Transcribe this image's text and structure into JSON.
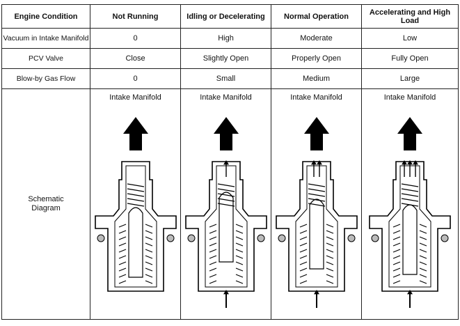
{
  "table": {
    "headers": [
      "Engine Condition",
      "Not Running",
      "Idling or Decelerating",
      "Normal Operation",
      "Accelerating and High Load"
    ],
    "rows": [
      {
        "label": "Vacuum in Intake Manifold",
        "values": [
          "0",
          "High",
          "Moderate",
          "Low"
        ]
      },
      {
        "label": "PCV Valve",
        "values": [
          "Close",
          "Slightly Open",
          "Properly Open",
          "Fully Open"
        ]
      },
      {
        "label": "Blow-by Gas Flow",
        "values": [
          "0",
          "Small",
          "Medium",
          "Large"
        ]
      }
    ],
    "schematic": {
      "row_label_line1": "Schematic",
      "row_label_line2": "Diagram",
      "columns": [
        {
          "manifold_label": "Intake Manifold",
          "state": "closed"
        },
        {
          "manifold_label": "Intake Manifold",
          "state": "slightly-open"
        },
        {
          "manifold_label": "Intake Manifold",
          "state": "properly-open"
        },
        {
          "manifold_label": "Intake Manifold",
          "state": "fully-open"
        }
      ]
    }
  }
}
